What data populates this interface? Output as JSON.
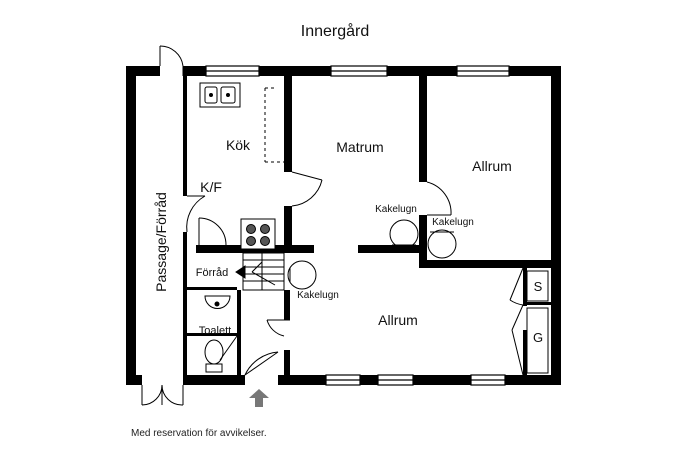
{
  "plan": {
    "courtyard": "Innergård",
    "rooms": {
      "kitchen": "Kök",
      "fridge_freezer": "K/F",
      "dining": "Matrum",
      "living_top": "Allrum",
      "living_bottom": "Allrum",
      "passage": "Passage/Förråd",
      "storage": "Förråd",
      "toilet": "Toalett",
      "s_closet": "S",
      "g_closet": "G"
    },
    "stoves": {
      "stove_1": "Kakelugn",
      "stove_2": "Kakelugn",
      "stove_3": "Kakelugn"
    }
  },
  "footer": {
    "disclaimer": "Med reservation för avvikelser."
  }
}
